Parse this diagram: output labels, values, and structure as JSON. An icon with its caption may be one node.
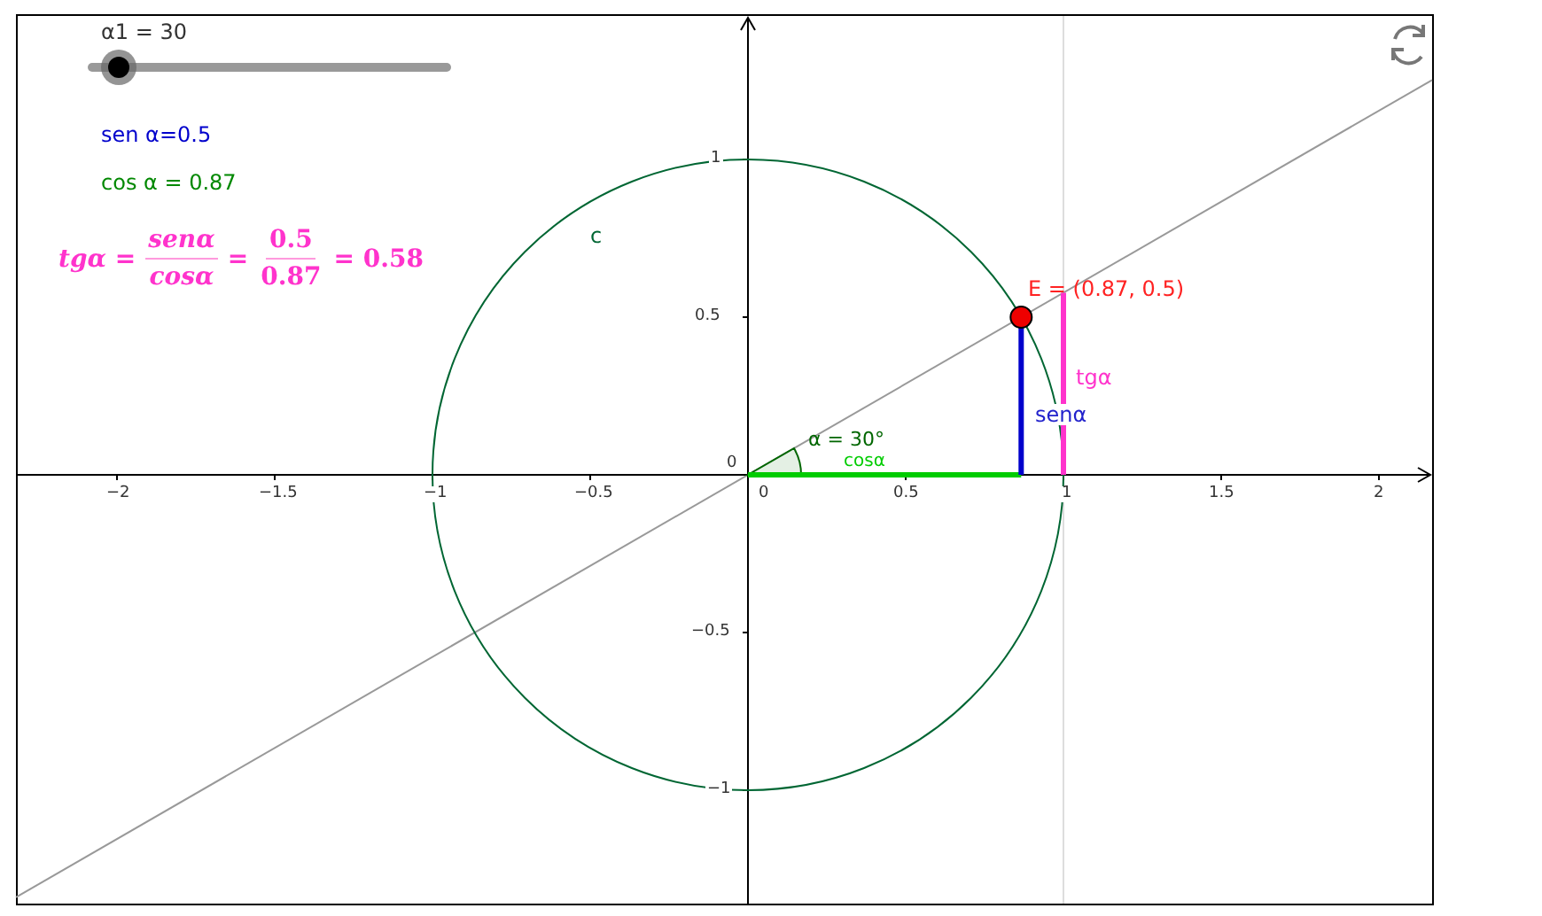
{
  "diagram": {
    "labels": [
      "α1 = 30",
      "sen α=0.5",
      "cos α = 0.87",
      "tgα =",
      "senα",
      "cosα",
      "=",
      "0.5",
      "0.87",
      "= 0.58",
      "1",
      "c",
      "E = (0.87, 0.5)",
      "0.5",
      "tgα",
      "senα",
      "α = 30°",
      "0",
      "cosα",
      "−2",
      "−1.5",
      "−1",
      "−0.5",
      "0",
      "0.5",
      "1",
      "1.5",
      "2",
      "−0.5",
      "−1"
    ]
  }
}
